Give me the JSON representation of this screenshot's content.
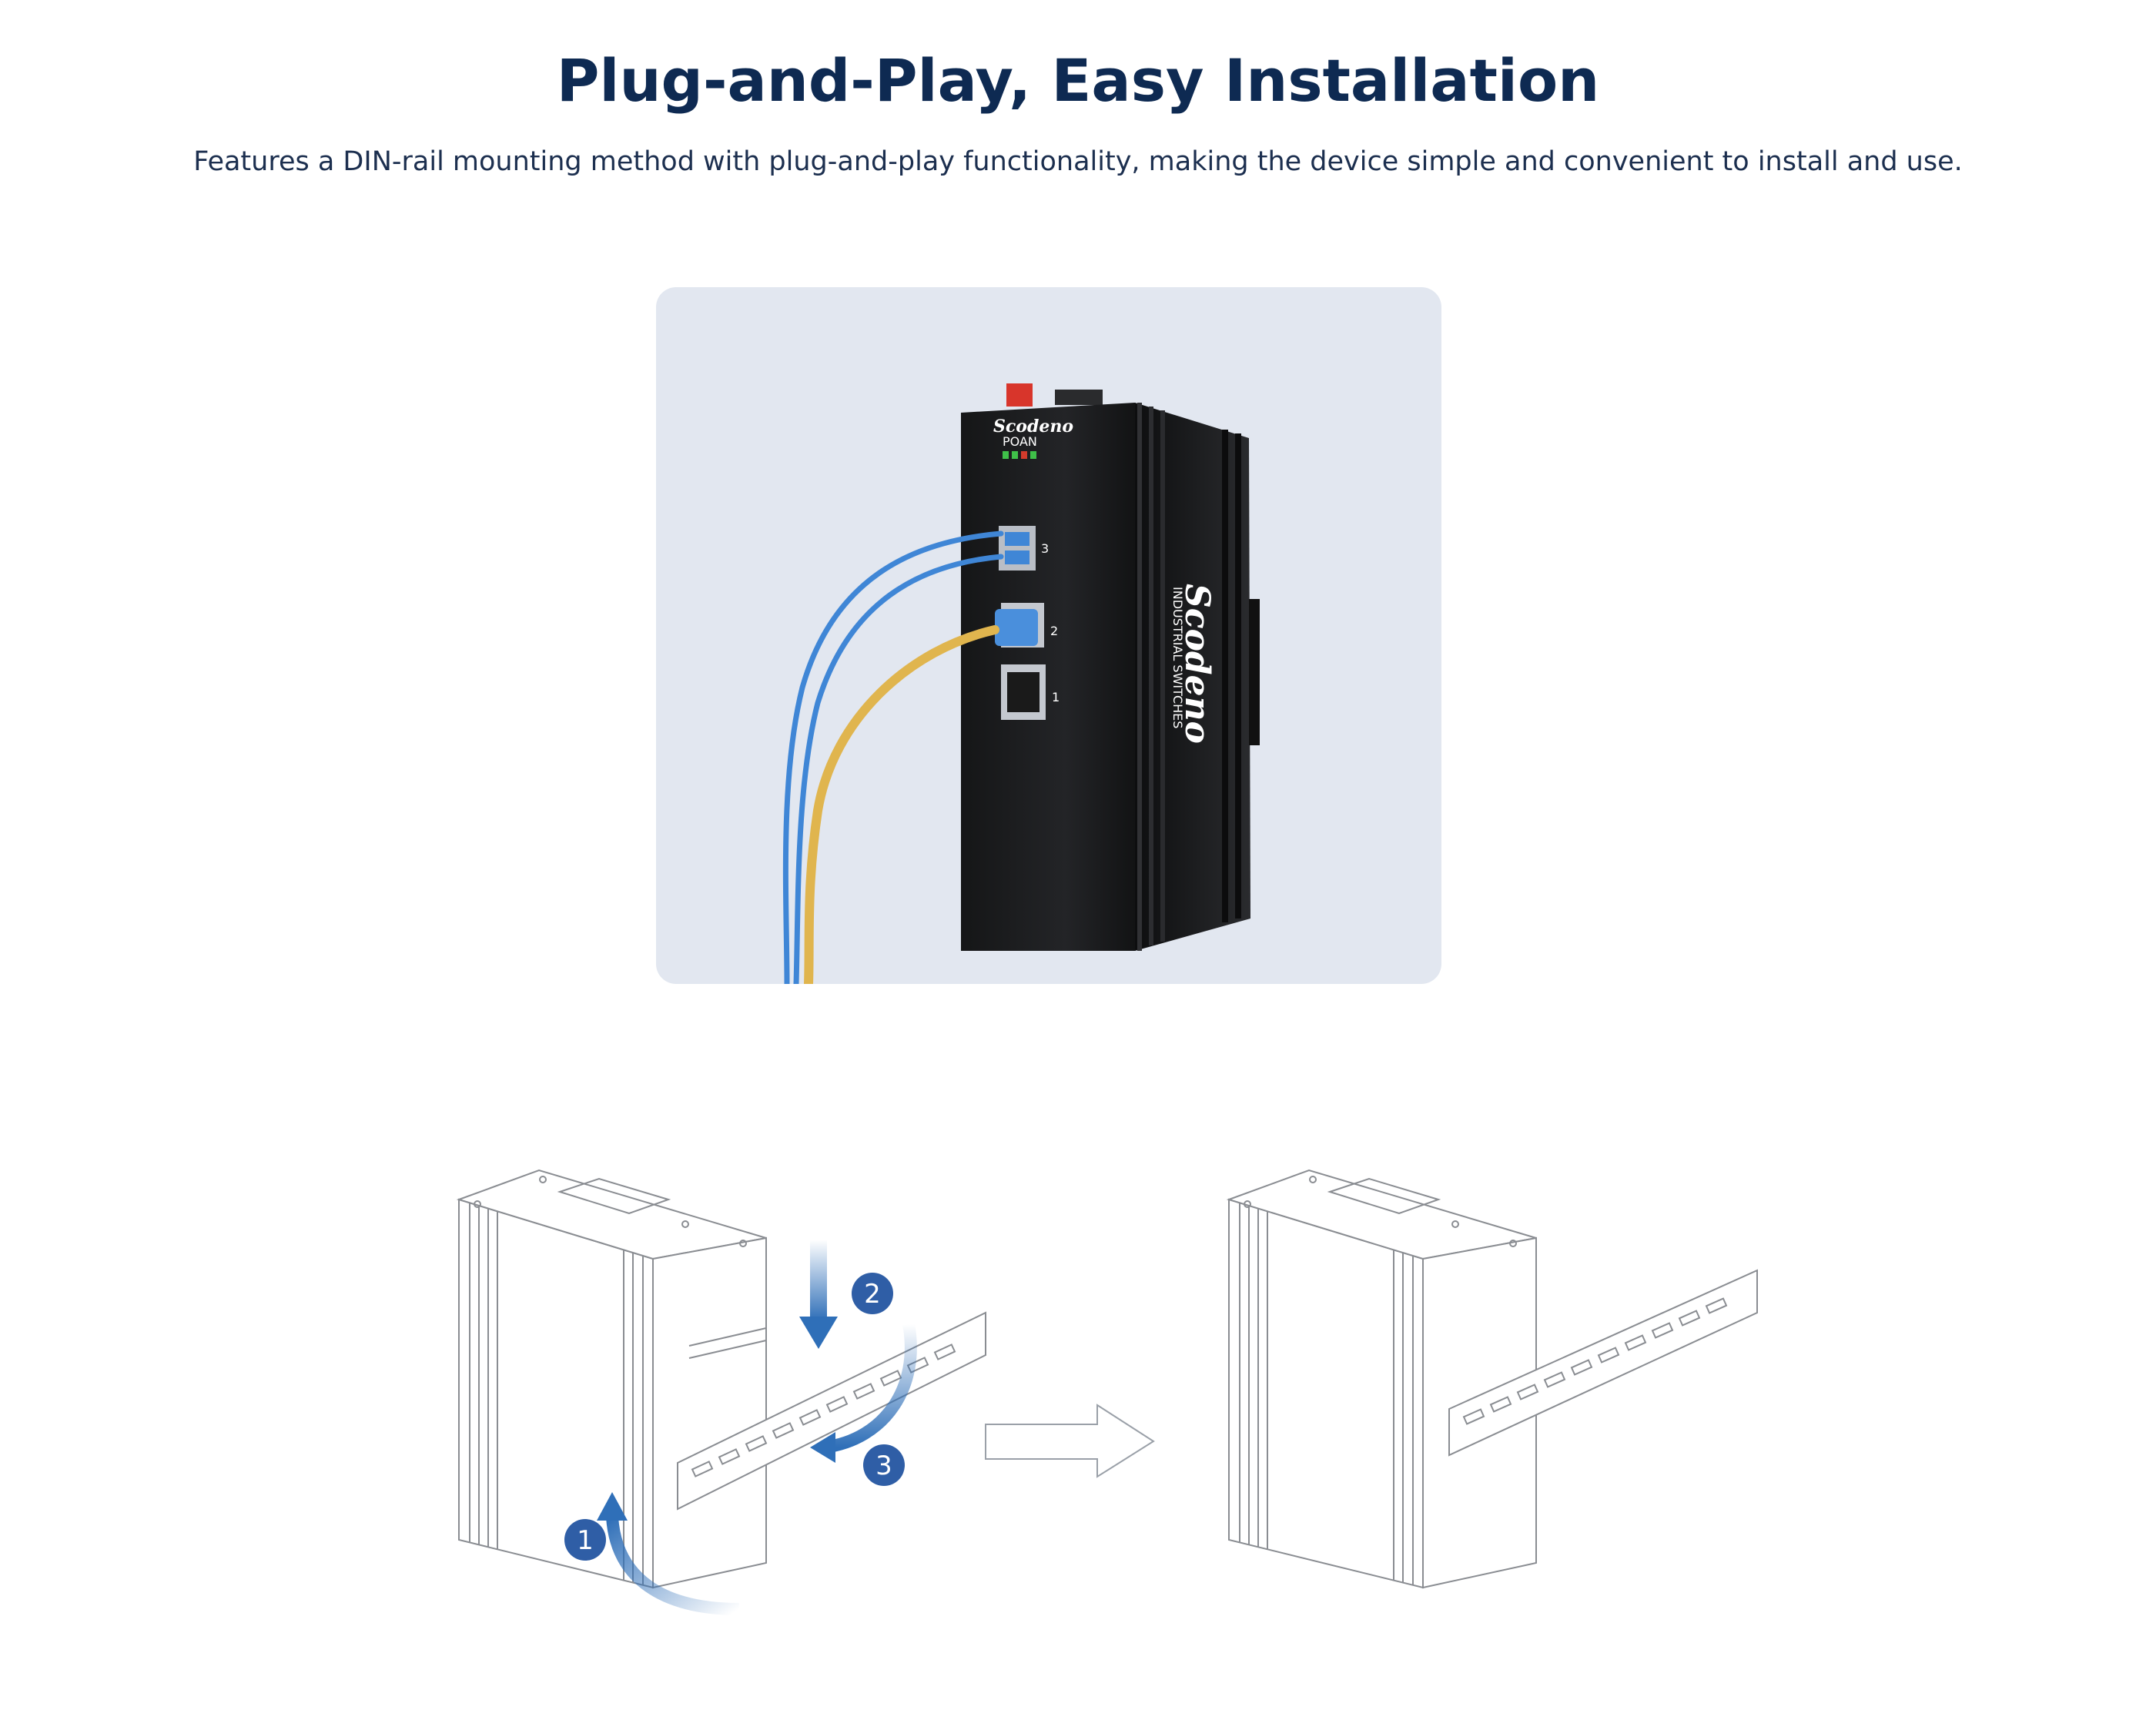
{
  "header": {
    "title": "Plug-and-Play, Easy Installation",
    "subtitle": "Features a DIN-rail mounting method with plug-and-play functionality, making the device simple and convenient to install and use."
  },
  "device": {
    "brand": "Scodeno",
    "led_label": "POAN",
    "side_sub_label": "INDUSTRIAL SWITCHES",
    "ports": [
      "3",
      "2",
      "1"
    ]
  },
  "installation_steps": {
    "step1": "1",
    "step2": "2",
    "step3": "3"
  },
  "colors": {
    "title": "#0e2a52",
    "panel_bg": "#e2e7f0",
    "device_body": "#1d1e20",
    "fiber_cable": "#3f86d6",
    "ethernet_cable": "#e0b54e",
    "step_badge": "#2f5ea6"
  },
  "icons": [
    "arrow-right-icon",
    "arrow-down-icon",
    "curved-arrow-up-icon",
    "curved-arrow-left-icon"
  ]
}
